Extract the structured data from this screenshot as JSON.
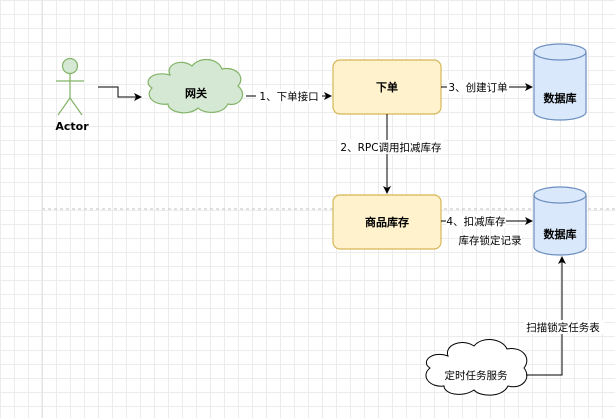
{
  "nodes": {
    "actor": "Actor",
    "gateway": "网关",
    "order": "下单",
    "stock": "商品库存",
    "db_top": "数据库",
    "db_bottom": "数据库",
    "scheduler": "定时任务服务"
  },
  "edges": {
    "e1": "1、下单接口",
    "e2": "2、RPC调用扣减库存",
    "e3": "3、创建订单",
    "e4": "4、扣减库存",
    "e4b": "库存锁定记录",
    "e5": "扫描锁定任务表"
  },
  "colors": {
    "box_fill": "#fff2cc",
    "box_stroke": "#d6b656",
    "cloud_fill": "#d5e8d4",
    "cloud_stroke": "#82b366",
    "db_fill": "#dae8fc",
    "db_stroke": "#6c8ebf"
  }
}
